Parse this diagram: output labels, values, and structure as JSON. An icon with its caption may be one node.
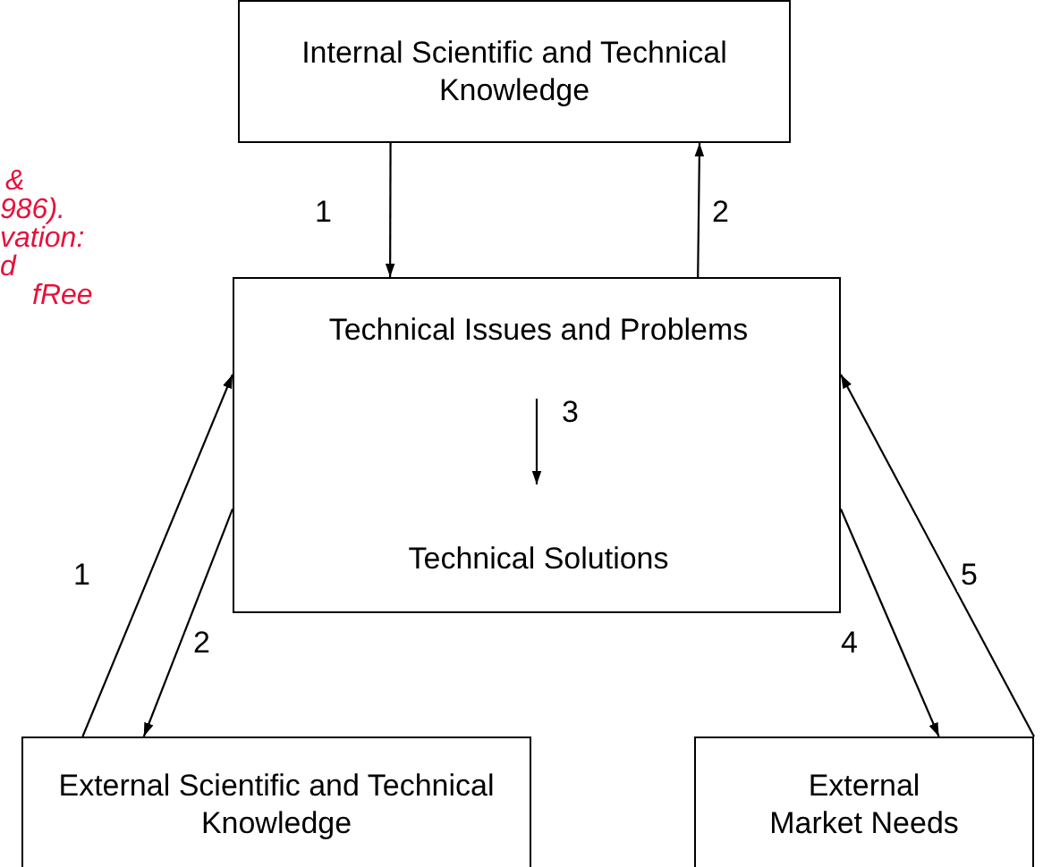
{
  "diagram": {
    "nodes": [
      {
        "text": [
          "Internal Scientific and Technical Knowledge"
        ]
      },
      {
        "text": [],
        "shape": "box"
      },
      {
        "text": [
          "Technical Issues and Problems"
        ],
        "in": 1
      },
      {
        "text": [
          "Technical Solutions"
        ],
        "in": 1
      },
      {
        "text": [
          "External Scientific and Technical Knowledge"
        ]
      },
      {
        "text": [
          "External Market Needs"
        ]
      }
    ],
    "edges": [
      {
        "from": 0,
        "to": 1,
        "arrow": "to",
        "label": "1"
      },
      {
        "from": 1,
        "to": 0,
        "arrow": "to",
        "label": "2"
      },
      {
        "from": 2,
        "to": 3,
        "arrow": "to",
        "label": "3"
      },
      {
        "from": 4,
        "to": 1,
        "arrow": "to",
        "label": "1"
      },
      {
        "from": 1,
        "to": 4,
        "arrow": "to",
        "label": "2"
      },
      {
        "from": 1,
        "to": 5,
        "arrow": "to",
        "label": "4"
      },
      {
        "from": 5,
        "to": 1,
        "arrow": "to",
        "label": "5"
      }
    ],
    "labels": [
      "&",
      "986).",
      "vation:",
      "d",
      "fRee"
    ]
  }
}
